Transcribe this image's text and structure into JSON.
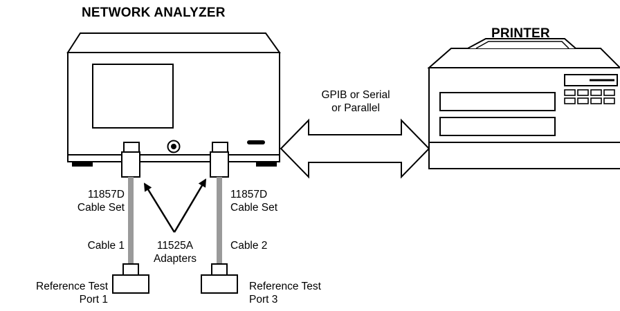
{
  "analyzer": {
    "title": "NETWORK ANALYZER"
  },
  "printer": {
    "title": "PRINTER"
  },
  "connection": {
    "line1": "GPIB or Serial",
    "line2": "or Parallel"
  },
  "left_cable": {
    "set_line1": "11857D",
    "set_line2": "Cable Set",
    "cable_label": "Cable 1",
    "ref_line1": "Reference Test",
    "ref_line2": "Port 1"
  },
  "right_cable": {
    "set_line1": "11857D",
    "set_line2": "Cable Set",
    "cable_label": "Cable 2",
    "ref_line1": "Reference Test",
    "ref_line2": "Port 3"
  },
  "adapters": {
    "line1": "11525A",
    "line2": "Adapters"
  }
}
